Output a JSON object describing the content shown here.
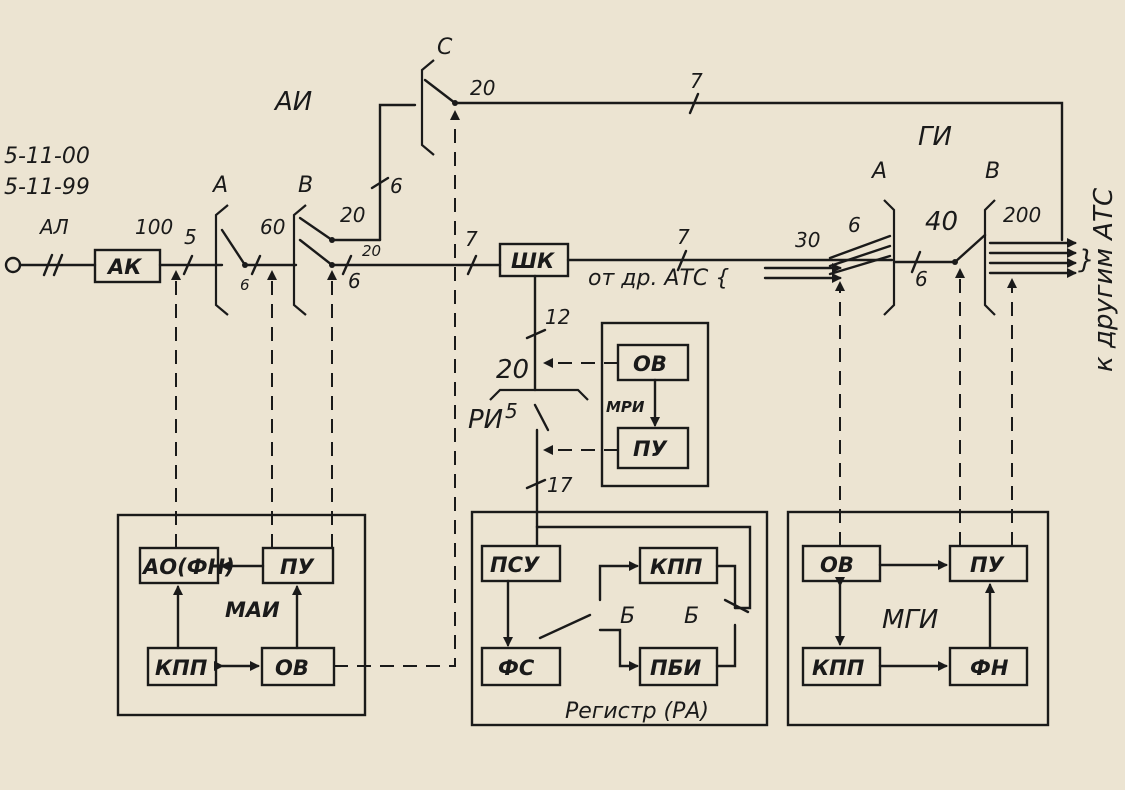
{
  "codes": {
    "line1": "5-11-00",
    "line2": "5-11-99"
  },
  "stages": {
    "ai": "АИ",
    "gi": "ГИ",
    "ri": "РИ"
  },
  "switch_labels": {
    "ai_a": "А",
    "ai_b": "В",
    "ai_c": "С",
    "gi_a": "А",
    "gi_b": "В"
  },
  "line_labels": {
    "al": "АЛ"
  },
  "numbers": {
    "ai_a_count": "100",
    "ai_a_out": "5",
    "ai_a_link": "6",
    "ai_b_count": "60",
    "ai_b_out1": "20",
    "ai_b_out2": "20",
    "ai_b_link": "6",
    "ai_b_link_up": "6",
    "ai_c_count": "20",
    "ai_c_link": "7",
    "shk_in": "7",
    "shk_out": "7",
    "gi_a_count": "30",
    "gi_a_links": "6",
    "gi_b_count": "40",
    "gi_b_links": "6",
    "gi_b_out": "200",
    "ri_link": "12",
    "ri_count": "20",
    "ri_sub": "5",
    "reg_link": "17",
    "reg_b1": "Б",
    "reg_b2": "Б"
  },
  "blocks": {
    "ak": "АК",
    "shk": "ШК",
    "mri_ov": "ОВ",
    "mri_pu": "ПУ",
    "mri_label": "МРИ",
    "mai_ao": "АО(ФН)",
    "mai_pu": "ПУ",
    "mai_label": "МАИ",
    "mai_kpp": "КПП",
    "mai_ov": "ОВ",
    "reg_psu": "ПСУ",
    "reg_kpp": "КПП",
    "reg_fs": "ФС",
    "reg_pbi": "ПБИ",
    "reg_label": "Регистр (РА)",
    "mgi_ov": "ОВ",
    "mgi_pu": "ПУ",
    "mgi_label": "МГИ",
    "mgi_kpp": "КПП",
    "mgi_fn": "ФН"
  },
  "annotations": {
    "from_ats": "от др. АТС {",
    "to_ats": "к другим АТС"
  }
}
